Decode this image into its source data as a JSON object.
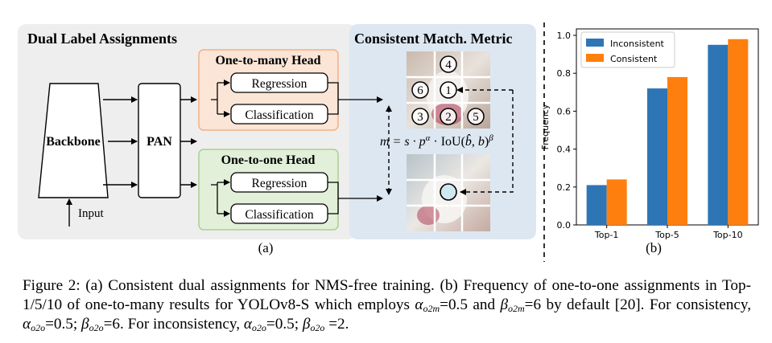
{
  "panel_a": {
    "dual_title": "Dual Label Assignments",
    "cmm_title": "Consistent Match. Metric",
    "backbone": "Backbone",
    "pan": "PAN",
    "input": "Input",
    "o2m_head": "One-to-many Head",
    "o2o_head": "One-to-one Head",
    "regression": "Regression",
    "classification": "Classification",
    "grid_numbers": [
      "4",
      "6",
      "1",
      "3",
      "2",
      "5"
    ],
    "label": "(a)",
    "colors": {
      "gray_panel": "#eeeeee",
      "blue_panel": "#dde7f2",
      "o2m_fill": "#fbe5d6",
      "o2o_fill": "#e2efd9",
      "o2m_border": "#f4b183",
      "o2o_border": "#a9d18e"
    }
  },
  "panel_b": {
    "label": "(b)"
  },
  "chart_data": {
    "type": "bar",
    "categories": [
      "Top-1",
      "Top-5",
      "Top-10"
    ],
    "series": [
      {
        "name": "Inconsistent",
        "color": "#2e75b6",
        "values": [
          0.21,
          0.72,
          0.95
        ]
      },
      {
        "name": "Consistent",
        "color": "#ff7f0e",
        "values": [
          0.24,
          0.78,
          0.98
        ]
      }
    ],
    "ylabel": "Frequency",
    "xlabel": "",
    "ylim": [
      0,
      1.0
    ],
    "yticks": [
      "0.0",
      "0.2",
      "0.4",
      "0.6",
      "0.8",
      "1.0"
    ],
    "legend": "top-left",
    "grid": false
  },
  "caption": {
    "figure_label": "Figure 2:",
    "text_1": "(a) Consistent dual assignments for NMS-free training. (b) Frequency of one-to-one assignments in Top-1/5/10 of one-to-many results for YOLOv8-S which employs",
    "text_2": "=0.5 and",
    "text_3": "=6 by default [20]. For consistency,",
    "text_4": "=0.5;",
    "text_5": "=6. For inconsistency,",
    "text_6": "=0.5;",
    "text_7": "=2."
  }
}
